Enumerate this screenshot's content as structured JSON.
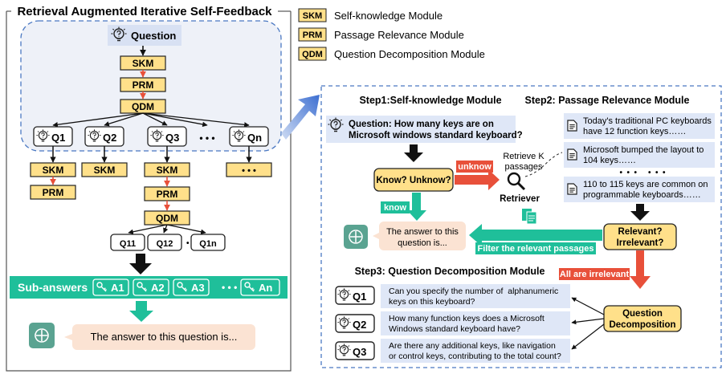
{
  "left_panel": {
    "title": "Retrieval Augmented Iterative Self-Feedback",
    "question": "Question",
    "skm": "SKM",
    "prm": "PRM",
    "qdm": "QDM",
    "sub_questions": [
      "Q1",
      "Q2",
      "Q3",
      "Qn"
    ],
    "ellipsis": "• • •",
    "level2_questions": [
      "Q11",
      "Q12",
      "Q1n"
    ],
    "sub_answers_label": "Sub-answers",
    "sub_answers": [
      "A1",
      "A2",
      "A3",
      "An"
    ],
    "final_answer": "The answer to this question is..."
  },
  "legend": [
    {
      "abbr": "SKM",
      "name": "Self-knowledge Module"
    },
    {
      "abbr": "PRM",
      "name": "Passage Relevance Module"
    },
    {
      "abbr": "QDM",
      "name": "Question Decomposition Module"
    }
  ],
  "right_panel": {
    "step1_title": "Step1:Self-knowledge Module",
    "step2_title": "Step2: Passage Relevance Module",
    "step3_title": "Step3: Question Decomposition Module",
    "question_line1": "Question: How many keys are on",
    "question_line2": "Microsoft windows standard keyboard?",
    "know_unknow": "Know? Unknow?",
    "unknow": "unknow",
    "know": "know",
    "retrieve_line1": "Retrieve K",
    "retrieve_line2": "passages",
    "retriever": "Retriever",
    "passages": [
      [
        "Today's traditional PC keyboards",
        "have 12 function keys……"
      ],
      [
        "Microsoft bumped the layout to",
        "104 keys……"
      ],
      [
        "110 to 115 keys are common on",
        "programmable keyboards……"
      ]
    ],
    "passage_dots": "•  •  •     •  •  •",
    "relevant_line1": "Relevant?",
    "relevant_line2": "Irrelevant?",
    "filter": "Filter the relevant passages",
    "answer_line1": "The answer to this",
    "answer_line2": "question is...",
    "all_irrelevant": "All are irrelevant",
    "decomp_line1": "Question",
    "decomp_line2": "Decomposition",
    "decomp_questions": [
      {
        "label": "Q1",
        "line1": "Can you specify the number of  alphanumeric",
        "line2": "keys on this keyboard?"
      },
      {
        "label": "Q2",
        "line1": "How many function keys does a Microsoft",
        "line2": "Windows standard keyboard have?"
      },
      {
        "label": "Q3",
        "line1": "Are there any additional keys, like navigation",
        "line2": "or control keys, contributing to the total count?"
      }
    ]
  },
  "colors": {
    "module_fill": "#ffe08a",
    "module_stroke": "#b8860b",
    "teal": "#1fbf9a",
    "red": "#e8503a",
    "blue_box": "#dfe7f7",
    "peach": "#fbe3d3",
    "dashed": "#4a78c2"
  }
}
